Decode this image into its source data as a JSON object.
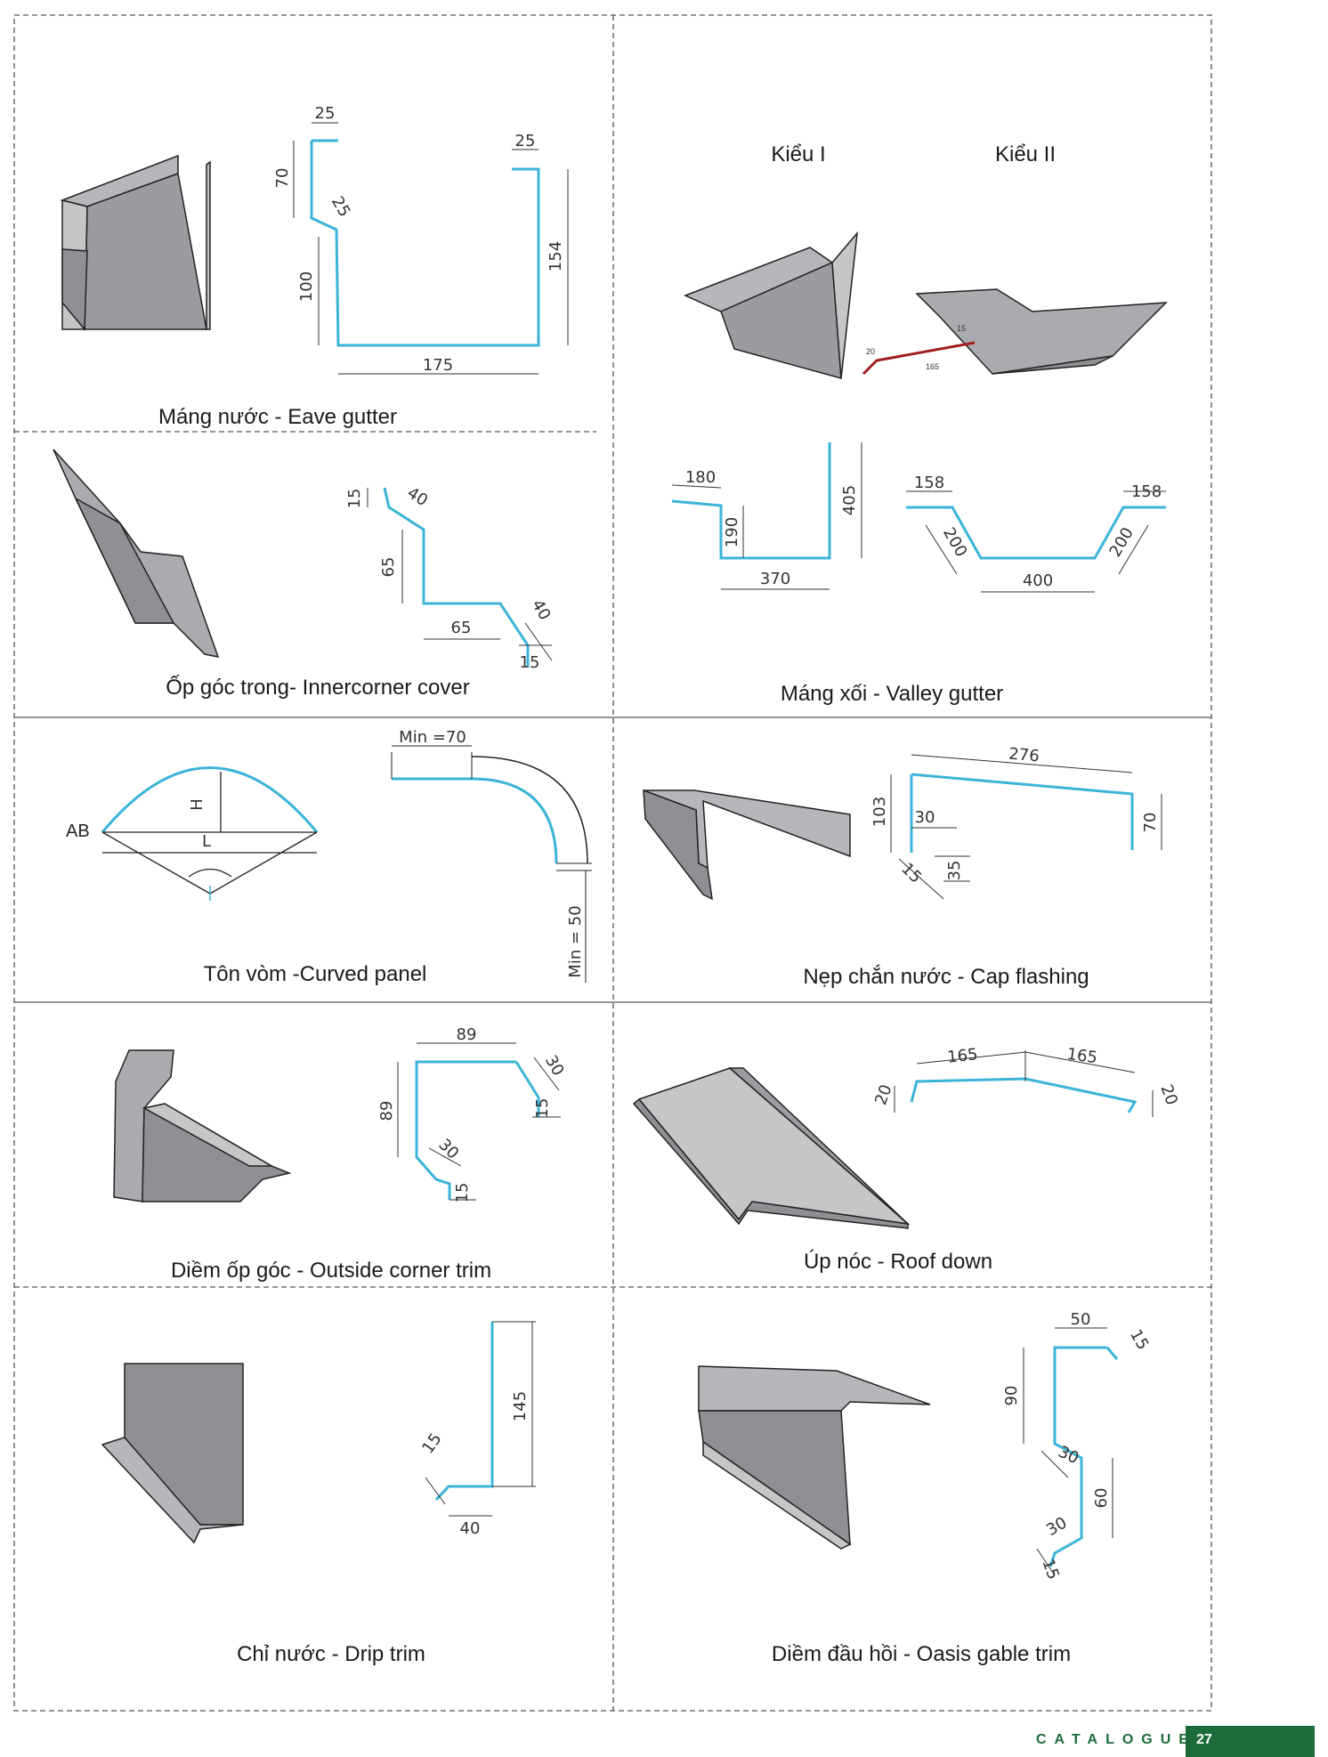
{
  "panels": [
    {
      "label": "Máng nước - Eave gutter",
      "dims": [
        "25",
        "70",
        "25",
        "100",
        "175",
        "154",
        "25"
      ]
    },
    {
      "label": "Máng xối - Valley gutter",
      "types": [
        "Kiểu I",
        "Kiểu II"
      ],
      "dims": [
        "180",
        "190",
        "370",
        "405",
        "158",
        "200",
        "400",
        "200",
        "158",
        "20",
        "165",
        "15"
      ]
    },
    {
      "label": "Ốp góc trong- Innercorner cover",
      "dims": [
        "15",
        "40",
        "65",
        "65",
        "40",
        "15"
      ]
    },
    {
      "label": "Tôn vòm -Curved panel",
      "dims": [
        "H",
        "L",
        "AB",
        "Min =70",
        "Min = 50"
      ]
    },
    {
      "label": "Nẹp chắn nước - Cap flashing",
      "dims": [
        "276",
        "103",
        "30",
        "70",
        "15",
        "35"
      ]
    },
    {
      "label": "Diềm ốp góc - Outside corner trim",
      "dims": [
        "89",
        "30",
        "89",
        "15",
        "30",
        "15"
      ]
    },
    {
      "label": "Úp nóc - Roof down",
      "dims": [
        "165",
        "165",
        "20",
        "20"
      ]
    },
    {
      "label": "Chỉ nước - Drip trim",
      "dims": [
        "145",
        "15",
        "40"
      ]
    },
    {
      "label": "Diềm đầu hồi - Oasis gable trim",
      "dims": [
        "50",
        "15",
        "90",
        "30",
        "60",
        "30",
        "15"
      ]
    }
  ],
  "footer": {
    "catalogue": "CATALOGUE",
    "page": "27"
  },
  "colors": {
    "profile": "#3cb4d8",
    "steel": "#a9abae",
    "green": "#1c6b3a",
    "red": "#a01e1e"
  }
}
